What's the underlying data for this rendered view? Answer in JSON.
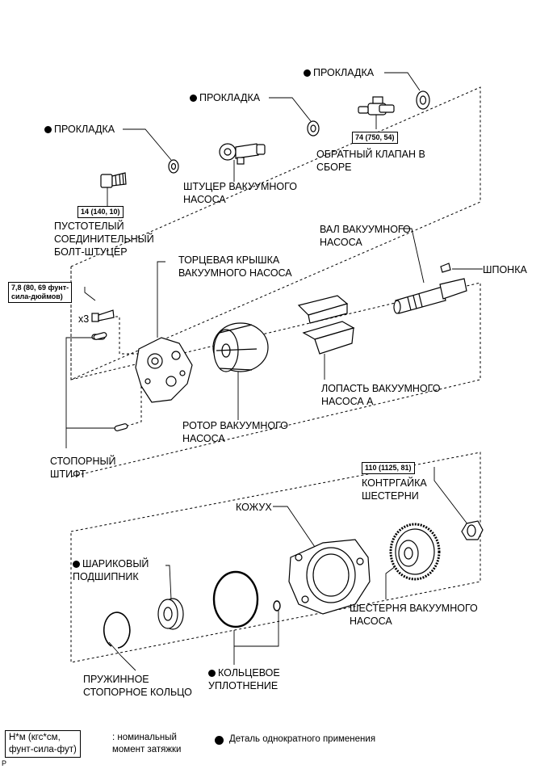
{
  "labels": {
    "gasket_top": "ПРОКЛАДКА",
    "gasket_mid": "ПРОКЛАДКА",
    "gasket_left": "ПРОКЛАДКА",
    "check_valve": "ОБРАТНЫЙ КЛАПАН В\nСБОРЕ",
    "union": "ШТУЦЕР ВАКУУМНОГО\nНАСОСА",
    "hollow_bolt": "ПУСТОТЕЛЫЙ\nСОЕДИНИТЕЛЬНЫЙ\nБОЛТ-ШТУЦЕР",
    "shaft": "ВАЛ ВАКУУМНОГО\nНАСОСА",
    "key": "ШПОНКА",
    "end_cover": "ТОРЦЕВАЯ КРЫШКА\nВАКУУМНОГО НАСОСА",
    "x3": "x3",
    "blade": "ЛОПАСТЬ ВАКУУМНОГО\nНАСОСА A",
    "rotor": "РОТОР ВАКУУМНОГО\nНАСОСА",
    "pin": "СТОПОРНЫЙ\nШТИФТ",
    "gear_nut": "КОНТРГАЙКА\nШЕСТЕРНИ",
    "housing": "КОЖУХ",
    "bearing": "ШАРИКОВЫЙ\nПОДШИПНИК",
    "gear": "ШЕСТЕРНЯ ВАКУУМНОГО\nНАСОСА",
    "snap_ring": "ПРУЖИННОЕ\nСТОПОРНОЕ КОЛЬЦО",
    "o_ring": "КОЛЬЦЕВОЕ\nУПЛОТНЕНИЕ"
  },
  "torques": {
    "check_valve": "74 (750, 54)",
    "hollow_bolt": "14 (140, 10)",
    "cover_bolt": "7,8 (80, 69 фунт-\nсила-дюймов)",
    "gear_nut": "110 (1125, 81)"
  },
  "legend": {
    "units_box": "Н*м (кгс*см,\nфунт-сила-фут)",
    "units_desc": ": номинальный\nмомент затяжки",
    "one_time": "Деталь однократного применения"
  },
  "corner_mark": "P",
  "icons": {
    "one_time_use": "filled-circle"
  }
}
